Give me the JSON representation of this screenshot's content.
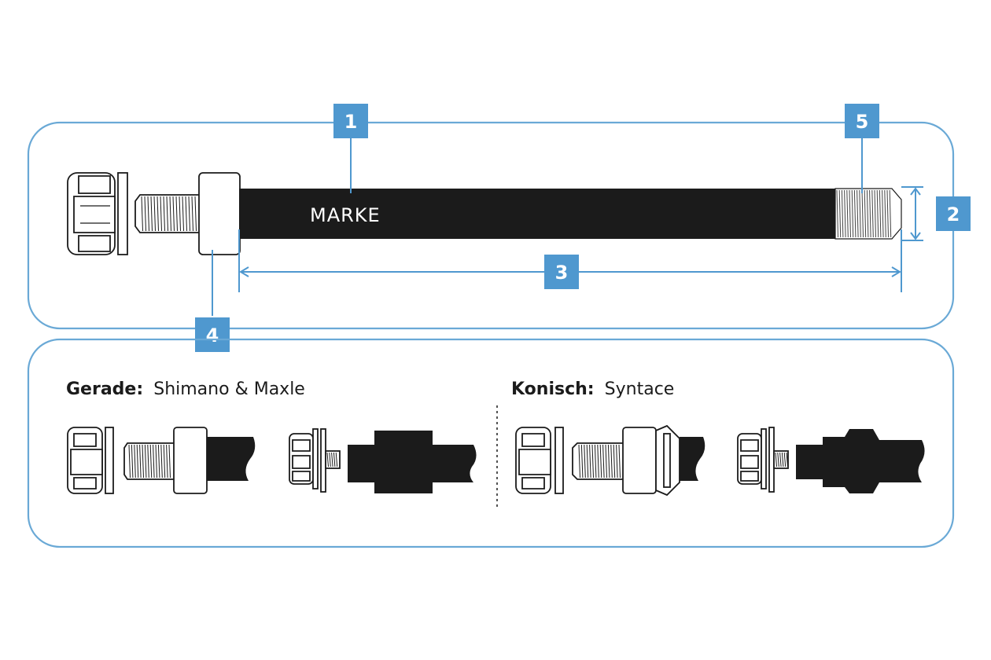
{
  "brand_label": "MARKE",
  "badges": {
    "b1": "1",
    "b2": "2",
    "b3": "3",
    "b4": "4",
    "b5": "5"
  },
  "variants": {
    "straight": {
      "title": "Gerade:",
      "brands": "Shimano & Maxle"
    },
    "conical": {
      "title": "Konisch:",
      "brands": "Syntace"
    }
  },
  "colors": {
    "accent": "#4f98cf",
    "panel_border": "#6aa9d6",
    "ink": "#1b1b1b"
  }
}
